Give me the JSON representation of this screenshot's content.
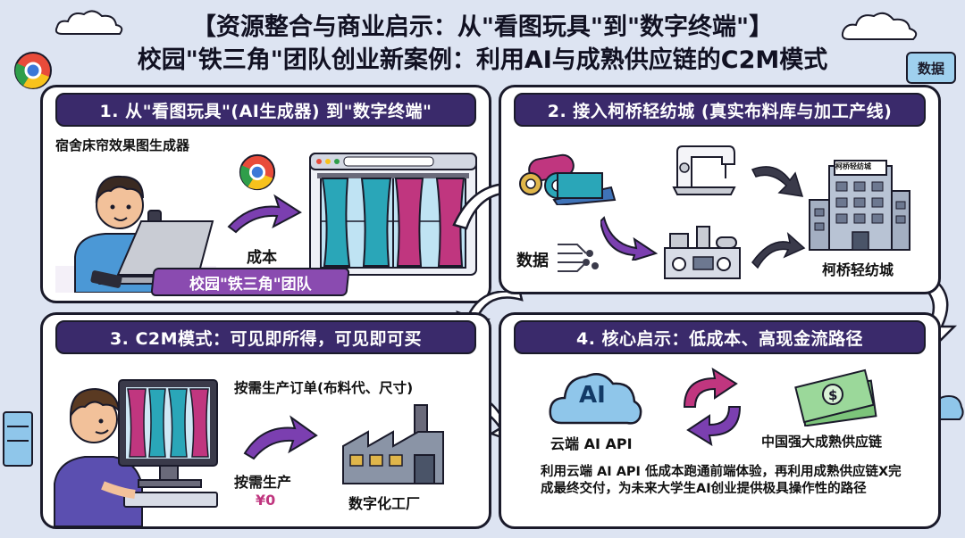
{
  "title": {
    "line1": "【资源整合与商业启示：从\"看图玩具\"到\"数字终端\"】",
    "line2": "校园\"铁三角\"团队创业新案例：利用AI与成熟供应链的C2M模式"
  },
  "deco": {
    "data_chip": "数据"
  },
  "panel1": {
    "heading": "1. 从\"看图玩具\"(AI生成器) 到\"数字终端\"",
    "caption": "宿舍床帘效果图生成器",
    "cost_label": "成本",
    "team_label": "校园\"铁三角\"团队"
  },
  "panel2": {
    "heading": "2. 接入柯桥轻纺城 (真实布料库与加工产线)",
    "data_label": "数据",
    "building_sign": "柯桥轻纺城",
    "place_label": "柯桥轻纺城"
  },
  "panel3": {
    "heading": "3. C2M模式：可见即所得，可见即可买",
    "order_label": "按需生产订单(布料代、尺寸)",
    "produce_label": "按需生产",
    "price_label": "¥0",
    "factory_label": "数字化工厂"
  },
  "panel4": {
    "heading": "4. 核心启示：低成本、高现金流路径",
    "ai_badge": "AI",
    "cloud_label": "云端 AI API",
    "supply_label": "中国强大成熟供应链",
    "summary": "利用云端 AI API 低成本跑通前端体验，再利用成熟供应链X完成最终交付，为未来大学生AI创业提供极具操作性的路径"
  },
  "colors": {
    "panel_head": "#3a2a6b",
    "arrow_purple": "#7b3fb0",
    "curtain_teal": "#2aa6b8",
    "curtain_magenta": "#c0367f",
    "background": "#dde4f2"
  }
}
